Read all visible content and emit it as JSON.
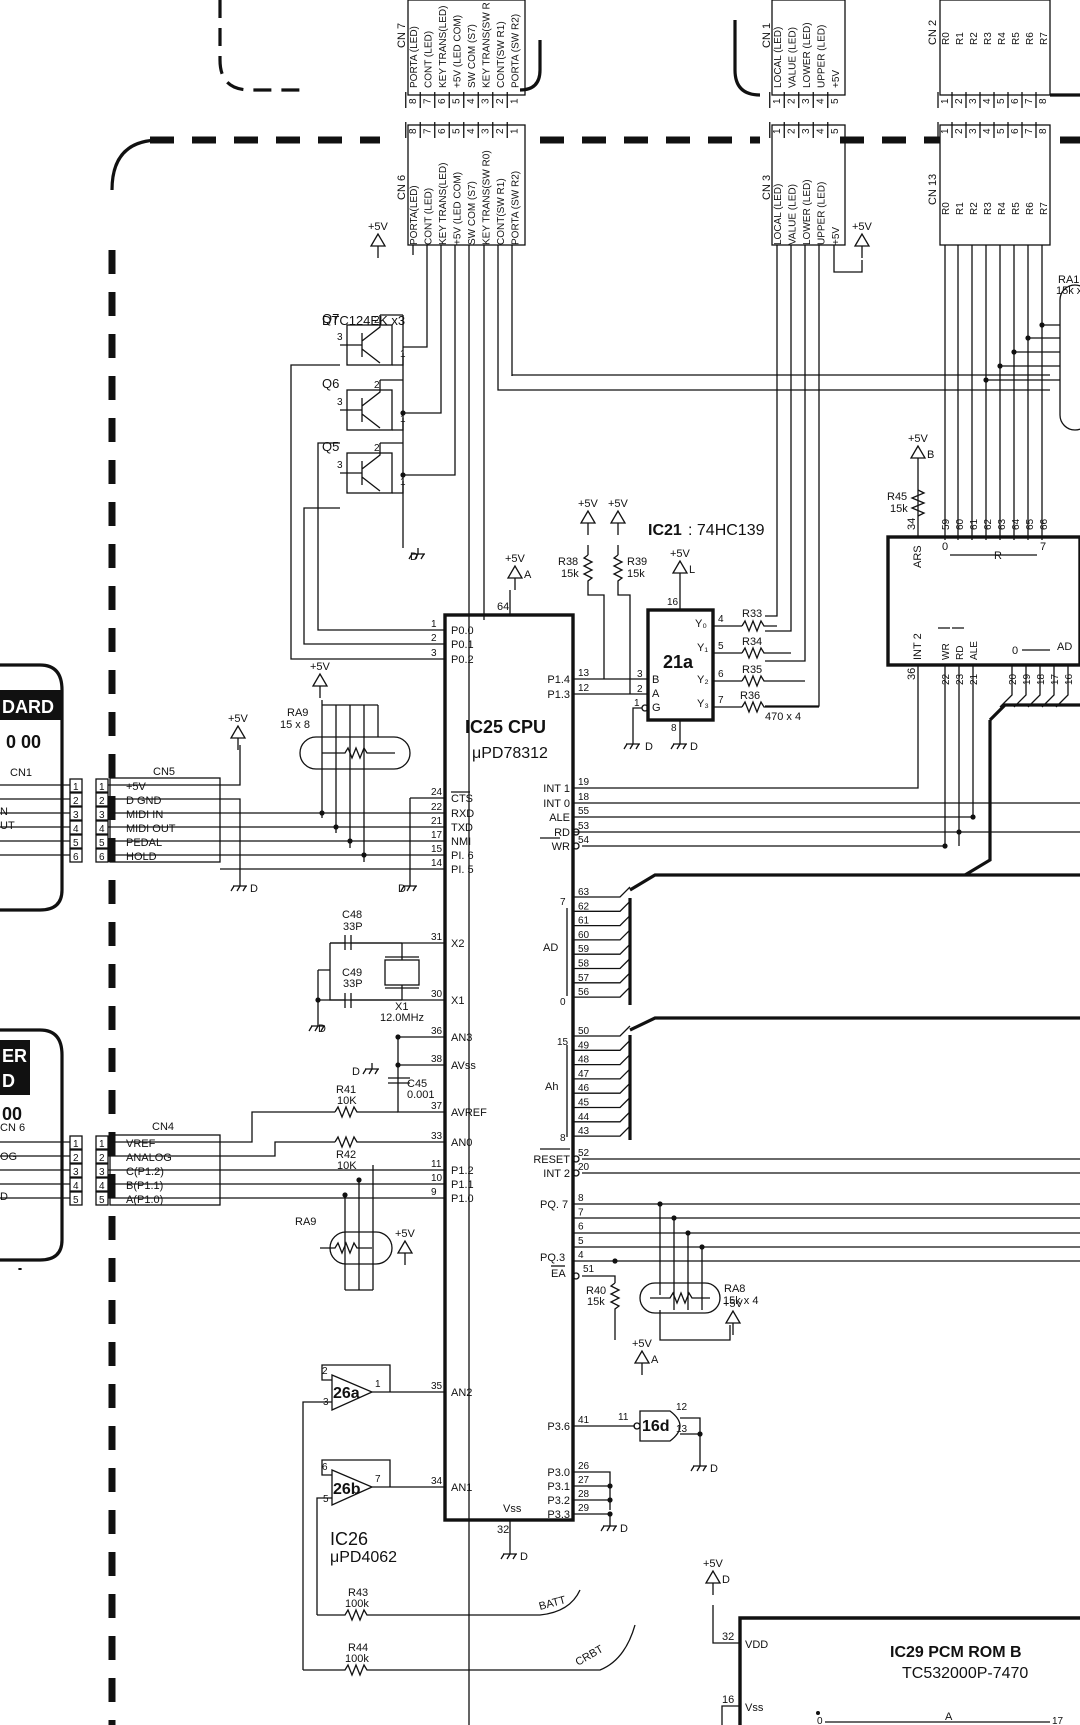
{
  "power": {
    "plus5v": "+5V",
    "plus5v_a": "A",
    "plus5v_b": "B",
    "plus5v_d": "D",
    "plus5v_l": "L",
    "gnd_d": "D"
  },
  "cpu": {
    "name": "IC25  CPU",
    "part": "μPD78312",
    "pin_vdd": "64",
    "vss_label": "Vss",
    "pin_vss": "32"
  },
  "cpu_left_pins": [
    {
      "num": "1",
      "name": "P0.0"
    },
    {
      "num": "2",
      "name": "P0.1"
    },
    {
      "num": "3",
      "name": "P0.2"
    },
    {
      "num": "24",
      "name": "CTS"
    },
    {
      "num": "22",
      "name": "RXD"
    },
    {
      "num": "21",
      "name": "TXD"
    },
    {
      "num": "17",
      "name": "NMI"
    },
    {
      "num": "15",
      "name": "PI. 6"
    },
    {
      "num": "14",
      "name": "PI. 5"
    },
    {
      "num": "31",
      "name": "X2"
    },
    {
      "num": "30",
      "name": "X1"
    },
    {
      "num": "36",
      "name": "AN3"
    },
    {
      "num": "38",
      "name": "AVss"
    },
    {
      "num": "37",
      "name": "AVREF"
    },
    {
      "num": "33",
      "name": "AN0"
    },
    {
      "num": "11",
      "name": "P1.2"
    },
    {
      "num": "10",
      "name": "P1.1"
    },
    {
      "num": "9",
      "name": "P1.0"
    },
    {
      "num": "35",
      "name": "AN2"
    },
    {
      "num": "34",
      "name": "AN1"
    }
  ],
  "cpu_right_pins": [
    {
      "num": "13",
      "name": "P1.4"
    },
    {
      "num": "12",
      "name": "P1.3"
    },
    {
      "num": "19",
      "name": "INT 1"
    },
    {
      "num": "18",
      "name": "INT 0"
    },
    {
      "num": "55",
      "name": "ALE"
    },
    {
      "num": "53",
      "name": "RD"
    },
    {
      "num": "54",
      "name": "WR"
    },
    {
      "num": "52",
      "name": "RESET"
    },
    {
      "num": "20",
      "name": "INT 2"
    },
    {
      "num": "41",
      "name": "P3.6"
    },
    {
      "num": "26",
      "name": "P3.0"
    },
    {
      "num": "27",
      "name": "P3.1"
    },
    {
      "num": "28",
      "name": "P3.2"
    },
    {
      "num": "29",
      "name": "P3.3"
    }
  ],
  "cpu_ad": {
    "label": "AD",
    "hi": "7",
    "lo": "0",
    "pins": [
      "63",
      "62",
      "61",
      "60",
      "59",
      "58",
      "57",
      "56"
    ]
  },
  "cpu_ah": {
    "label": "Ah",
    "hi": "15",
    "lo": "8",
    "pins": [
      "50",
      "49",
      "48",
      "47",
      "46",
      "45",
      "44",
      "43"
    ]
  },
  "cpu_pa": {
    "pa7": "PQ. 7",
    "pa3": "PQ.3",
    "ea": "EA",
    "pins": [
      "8",
      "7",
      "6",
      "5",
      "4"
    ],
    "ea_pin": "51"
  },
  "cn7": {
    "name": "CN 7",
    "pins": [
      "PORTA (LED)",
      "CONT (LED)",
      "KEY TRANS(LED)",
      "+5V (LED COM)",
      "SW COM (S7)",
      "KEY TRANS(SW R",
      "CONT(SW R1)",
      "PORTA (SW R2)"
    ]
  },
  "cn6": {
    "name": "CN 6",
    "pins": [
      "PORTA(LED)",
      "CONT (LED)",
      "KEY TRANS(LED)",
      "+5V (LED COM)",
      "SW COM (S7)",
      "KEY TRANS(SW R0)",
      "CONT(SW R1)",
      "PORTA (SW R2)"
    ]
  },
  "cn1_top": {
    "name": "CN 1",
    "pins": [
      "LOCAL (LED)",
      "VALUE (LED)",
      "LOWER (LED)",
      "UPPER (LED)",
      "+5V"
    ]
  },
  "cn3": {
    "name": "CN 3",
    "pins": [
      "LOCAL (LED)",
      "VALUE (LED)",
      "LOWER (LED)",
      "UPPER (LED)",
      "+5V"
    ]
  },
  "cn2": {
    "name": "CN 2",
    "pins": [
      "R0",
      "R1",
      "R2",
      "R3",
      "R4",
      "R5",
      "R6",
      "R7"
    ]
  },
  "cn13": {
    "name": "CN 13",
    "pins": [
      "R0",
      "R1",
      "R2",
      "R3",
      "R4",
      "R5",
      "R6",
      "R7"
    ]
  },
  "pin_nums_8": [
    "8",
    "7",
    "6",
    "5",
    "4",
    "3",
    "2",
    "1"
  ],
  "pin_nums_5": [
    "1",
    "2",
    "3",
    "4",
    "5"
  ],
  "pin_nums_seq8": [
    "1",
    "2",
    "3",
    "4",
    "5",
    "6",
    "7",
    "8"
  ],
  "transistors": {
    "part": "DTC124EK x3",
    "q7": "Q7",
    "q6": "Q6",
    "q5": "Q5",
    "p1": "1",
    "p2": "2",
    "p3": "3"
  },
  "ic21": {
    "title": "IC21",
    "part": ": 74HC139",
    "unit": "21a",
    "pin16": "16",
    "pin8": "8",
    "pin1": "1",
    "b": "B",
    "a": "A",
    "g": "G",
    "y0": "Y₀",
    "y1": "Y₁",
    "y2": "Y₂",
    "y3": "Y₃",
    "p3": "3",
    "p2": "2",
    "p4": "4",
    "p5": "5",
    "p6": "6",
    "p7": "7"
  },
  "resistors": {
    "r38": "R38",
    "r38v": "15k",
    "r39": "R39",
    "r39v": "15k",
    "r33": "R33",
    "r34": "R34",
    "r35": "R35",
    "r36": "R36",
    "r36v": "470 x 4",
    "r45": "R45",
    "r45v": "15k",
    "ra9": "RA9",
    "ra9v": "15 x 8",
    "ra9b": "RA9",
    "r41": "R41",
    "r41v": "10K",
    "r42": "R42",
    "r42v": "10K",
    "r40": "R40",
    "r40v": "15k",
    "ra8": "RA8",
    "ra8v": "15k x 4",
    "r43": "R43",
    "r43v": "100k",
    "r44": "R44",
    "r44v": "100k",
    "ra1": "RA1",
    "ra1v": "15k x"
  },
  "caps": {
    "c48": "C48",
    "c48v": "33P",
    "c49": "C49",
    "c49v": "33P",
    "c45": "C45",
    "c45v": "0.001",
    "x1": "X1",
    "x1v": "12.0MHz"
  },
  "cn1_left": {
    "title": "DARD",
    "sub": "0 00",
    "name": "CN1",
    "pins": [
      "1",
      "2",
      "3",
      "4",
      "5",
      "6"
    ],
    "sigs": [
      "N",
      "UT"
    ]
  },
  "cn5": {
    "name": "CN5",
    "pins": [
      "1",
      "2",
      "3",
      "4",
      "5",
      "6"
    ],
    "sigs": [
      "+5V",
      "D GND",
      "MIDI IN",
      "MIDI OUT",
      "PEDAL",
      "HOLD"
    ]
  },
  "cn6_left": {
    "title": "ER",
    "title2": "D",
    "sub": "00",
    "name": "CN 6",
    "pins": [
      "1",
      "2",
      "3",
      "4",
      "5"
    ],
    "sigs": [
      "OG",
      "D"
    ]
  },
  "cn4": {
    "name": "CN4",
    "pins": [
      "1",
      "2",
      "3",
      "4",
      "5"
    ],
    "sigs": [
      "VREF",
      "ANALOG",
      "C(P1.2)",
      "B(P1.1)",
      "A(P1.0)"
    ]
  },
  "ic26": {
    "name": "IC26",
    "part": "μPD4062",
    "a": "26a",
    "b": "26b",
    "pa2": "2",
    "pa3": "3",
    "pa1": "1",
    "pb6": "6",
    "pb5": "5",
    "pb7": "7"
  },
  "ic16": {
    "unit": "16d",
    "p11": "11",
    "p12": "12",
    "p13": "13"
  },
  "batt": {
    "batt": "BATT",
    "crbt": "CRBT"
  },
  "ic29": {
    "name": "IC29  PCM ROM  B",
    "part": "TC532000P-7470",
    "vdd": "VDD",
    "vdd_pin": "32",
    "vss": "Vss",
    "vss_pin": "16",
    "bus": "A",
    "bus_lo": "0",
    "bus_hi": "17"
  },
  "right_chip": {
    "ars": "ARS",
    "ars_pin": "34",
    "r_label": "R",
    "r0": "0",
    "r7": "7",
    "top_pins": [
      "59",
      "60",
      "61",
      "62",
      "63",
      "64",
      "65",
      "66"
    ],
    "int2": "INT 2",
    "int2_pin": "36",
    "wr": "WR",
    "rd": "RD",
    "ale": "ALE",
    "ctl_pins": [
      "22",
      "23",
      "21"
    ],
    "ad": "AD",
    "ad0": "0",
    "ad_pins": [
      "20",
      "19",
      "18",
      "17",
      "16"
    ]
  }
}
